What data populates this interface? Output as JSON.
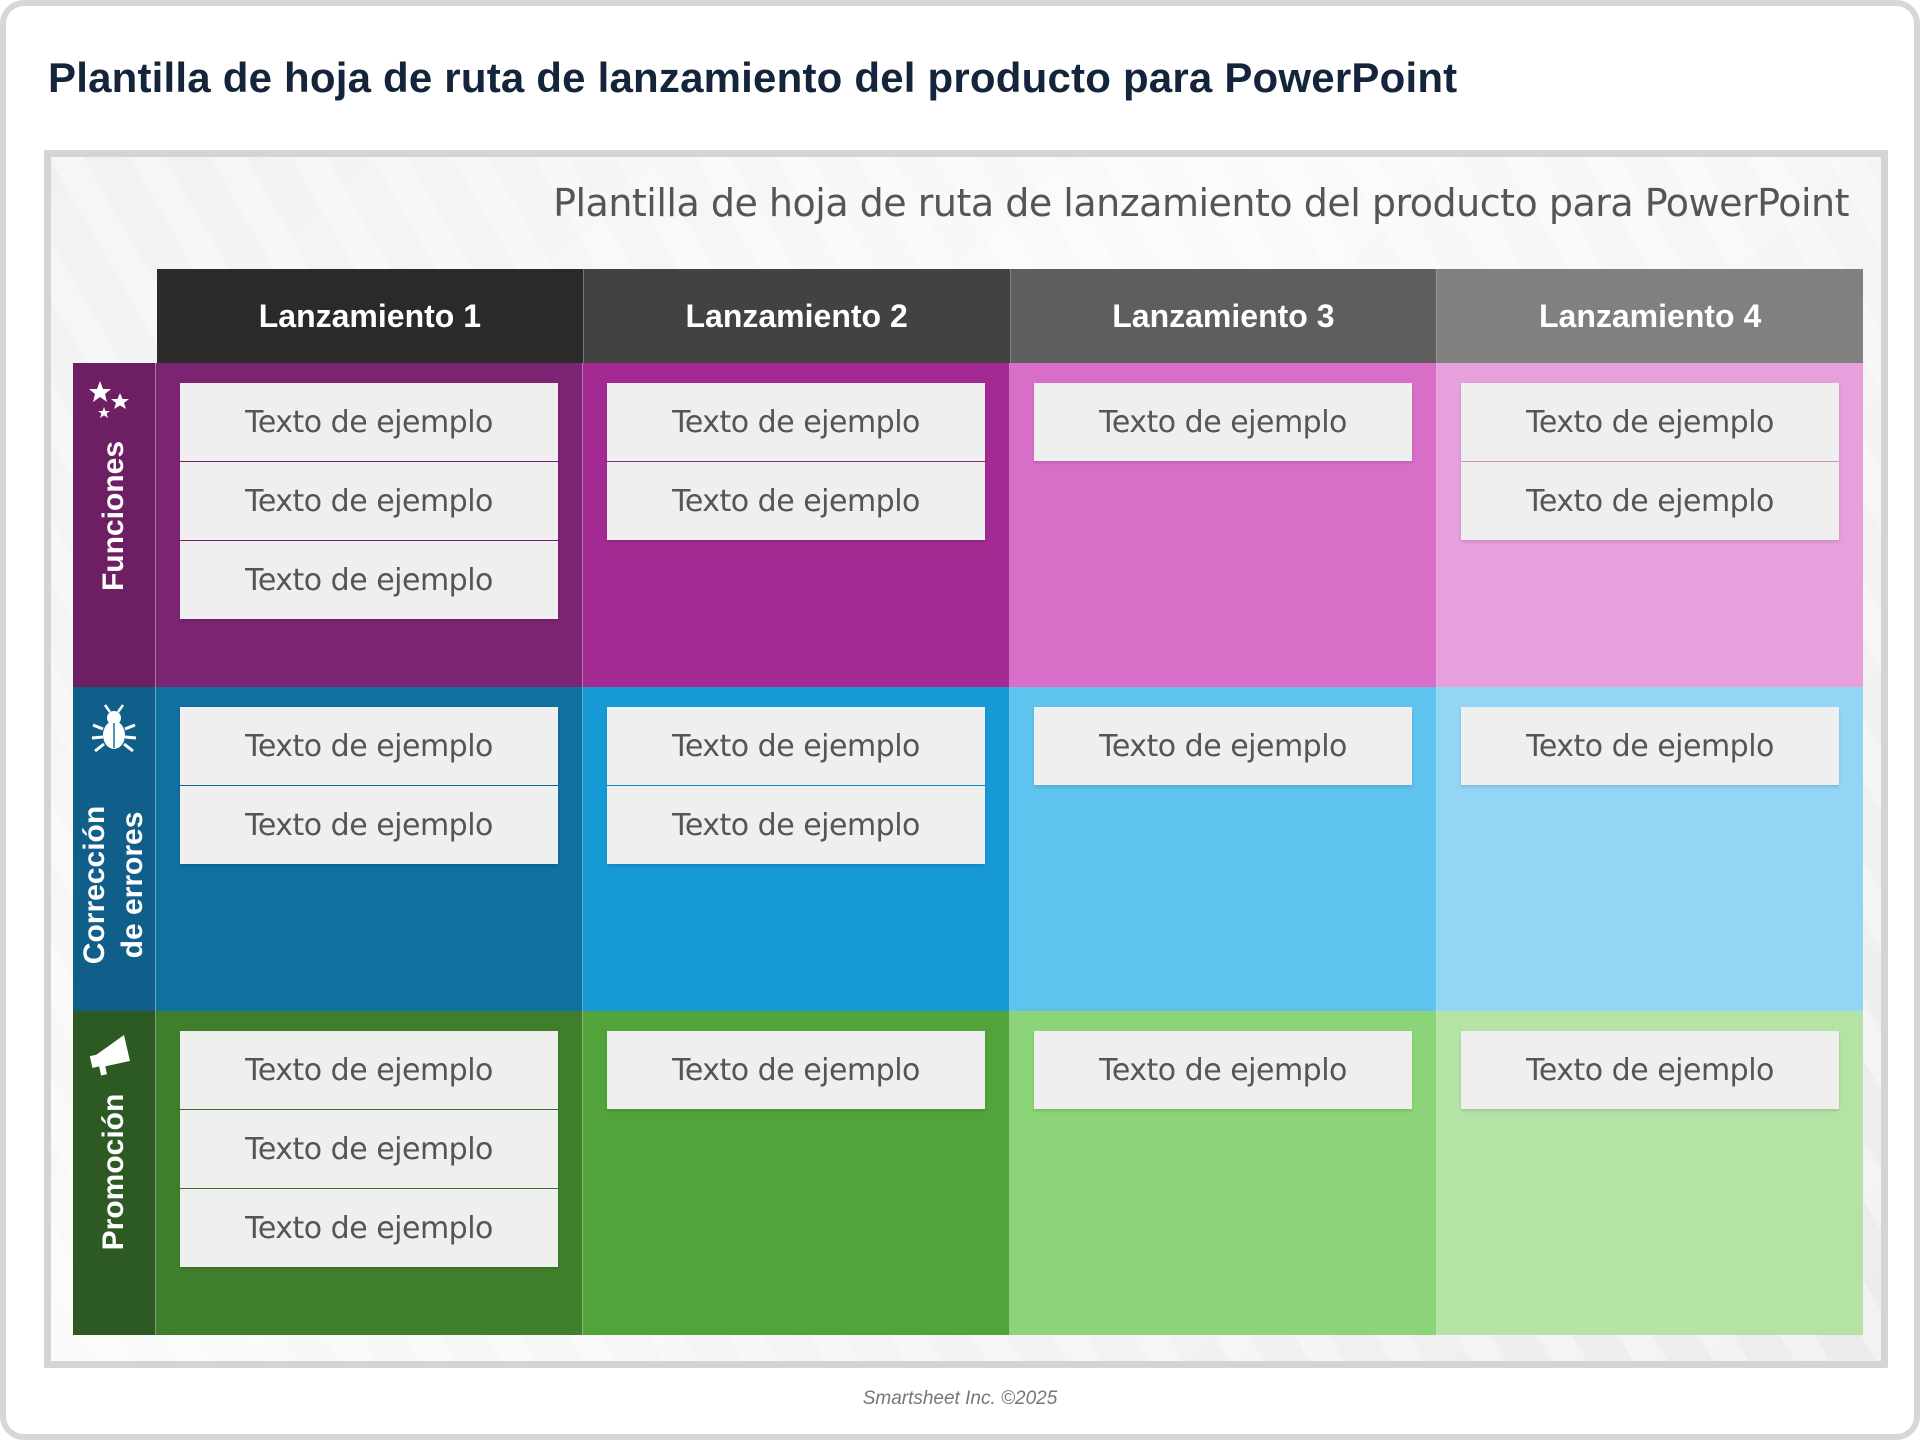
{
  "page_title": "Plantilla de hoja de ruta de lanzamiento del producto para PowerPoint",
  "slide_title": "Plantilla de hoja de ruta de lanzamiento del producto para PowerPoint",
  "columns": [
    {
      "label": "Lanzamiento 1",
      "color": "#2a2a2a"
    },
    {
      "label": "Lanzamiento 2",
      "color": "#424242"
    },
    {
      "label": "Lanzamiento 3",
      "color": "#5e5e5e"
    },
    {
      "label": "Lanzamiento 4",
      "color": "#808080"
    }
  ],
  "rows": [
    {
      "label": "Funciones",
      "icon": "stars-icon",
      "label_color": "#6e1e63",
      "cell_colors": [
        "#7b2472",
        "#a32a92",
        "#d96ec8",
        "#e6a0dc"
      ],
      "cards": [
        [
          "Texto de ejemplo",
          "Texto de ejemplo",
          "Texto de ejemplo"
        ],
        [
          "Texto de ejemplo",
          "Texto de ejemplo"
        ],
        [
          "Texto de ejemplo"
        ],
        [
          "Texto de ejemplo",
          "Texto de ejemplo"
        ]
      ]
    },
    {
      "label": "Corrección de errores",
      "label_lines": [
        "Corrección",
        "de errores"
      ],
      "icon": "bug-icon",
      "label_color": "#0f5f8a",
      "cell_colors": [
        "#10709f",
        "#1799d6",
        "#5fc3ef",
        "#93d5f5"
      ],
      "cards": [
        [
          "Texto de ejemplo",
          "Texto de ejemplo"
        ],
        [
          "Texto de ejemplo",
          "Texto de ejemplo"
        ],
        [
          "Texto de ejemplo"
        ],
        [
          "Texto de ejemplo"
        ]
      ]
    },
    {
      "label": "Promoción",
      "icon": "megaphone-icon",
      "label_color": "#2d5a22",
      "cell_colors": [
        "#3f7f2c",
        "#52a33a",
        "#8bd477",
        "#b5e3a6"
      ],
      "cards": [
        [
          "Texto de ejemplo",
          "Texto de ejemplo",
          "Texto de ejemplo"
        ],
        [
          "Texto de ejemplo"
        ],
        [
          "Texto de ejemplo"
        ],
        [
          "Texto de ejemplo"
        ]
      ]
    }
  ],
  "footer": "Smartsheet Inc. ©2025"
}
